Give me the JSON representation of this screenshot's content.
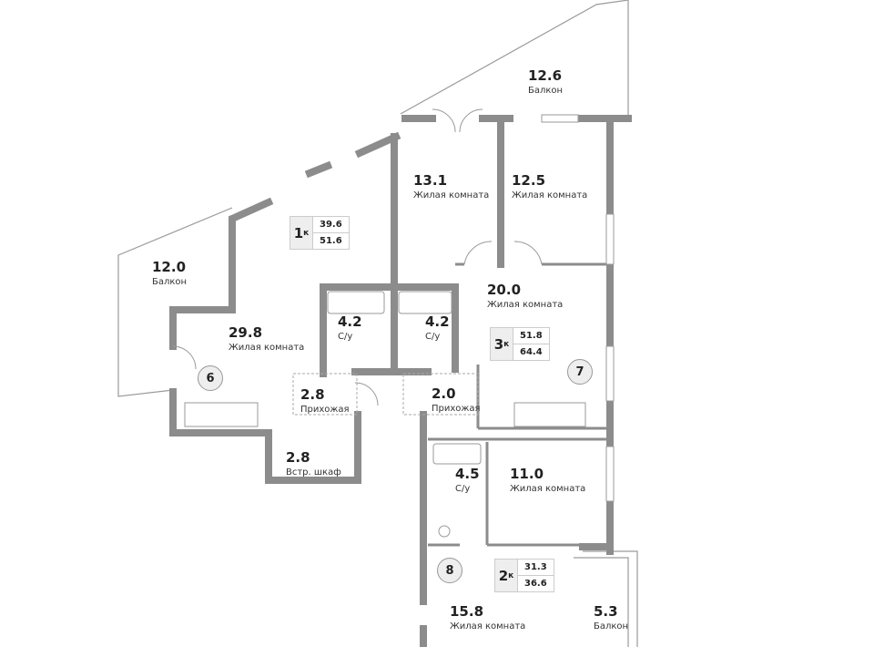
{
  "rooms": [
    {
      "area": "12.6",
      "name": "Балкон"
    },
    {
      "area": "13.1",
      "name": "Жилая комната"
    },
    {
      "area": "12.5",
      "name": "Жилая комната"
    },
    {
      "area": "12.0",
      "name": "Балкон"
    },
    {
      "area": "29.8",
      "name": "Жилая комната"
    },
    {
      "area": "4.2",
      "name": "С/у"
    },
    {
      "area": "4.2",
      "name": "С/у"
    },
    {
      "area": "20.0",
      "name": "Жилая комната"
    },
    {
      "area": "2.8",
      "name": "Прихожая"
    },
    {
      "area": "2.0",
      "name": "Прихожая"
    },
    {
      "area": "2.8",
      "name": "Встр. шкаф"
    },
    {
      "area": "4.5",
      "name": "С/у"
    },
    {
      "area": "11.0",
      "name": "Жилая комната"
    },
    {
      "area": "15.8",
      "name": "Жилая комната"
    },
    {
      "area": "5.3",
      "name": "Балкон"
    }
  ],
  "apartments": [
    {
      "rooms": "1",
      "suffix": "к",
      "living": "39.6",
      "total": "51.6",
      "number": "6"
    },
    {
      "rooms": "3",
      "suffix": "к",
      "living": "51.8",
      "total": "64.4",
      "number": "7"
    },
    {
      "rooms": "2",
      "suffix": "к",
      "living": "31.3",
      "total": "36.6",
      "number": "8"
    }
  ],
  "colors": {
    "wall": "#8c8c8c",
    "line": "#9a9a9a"
  }
}
